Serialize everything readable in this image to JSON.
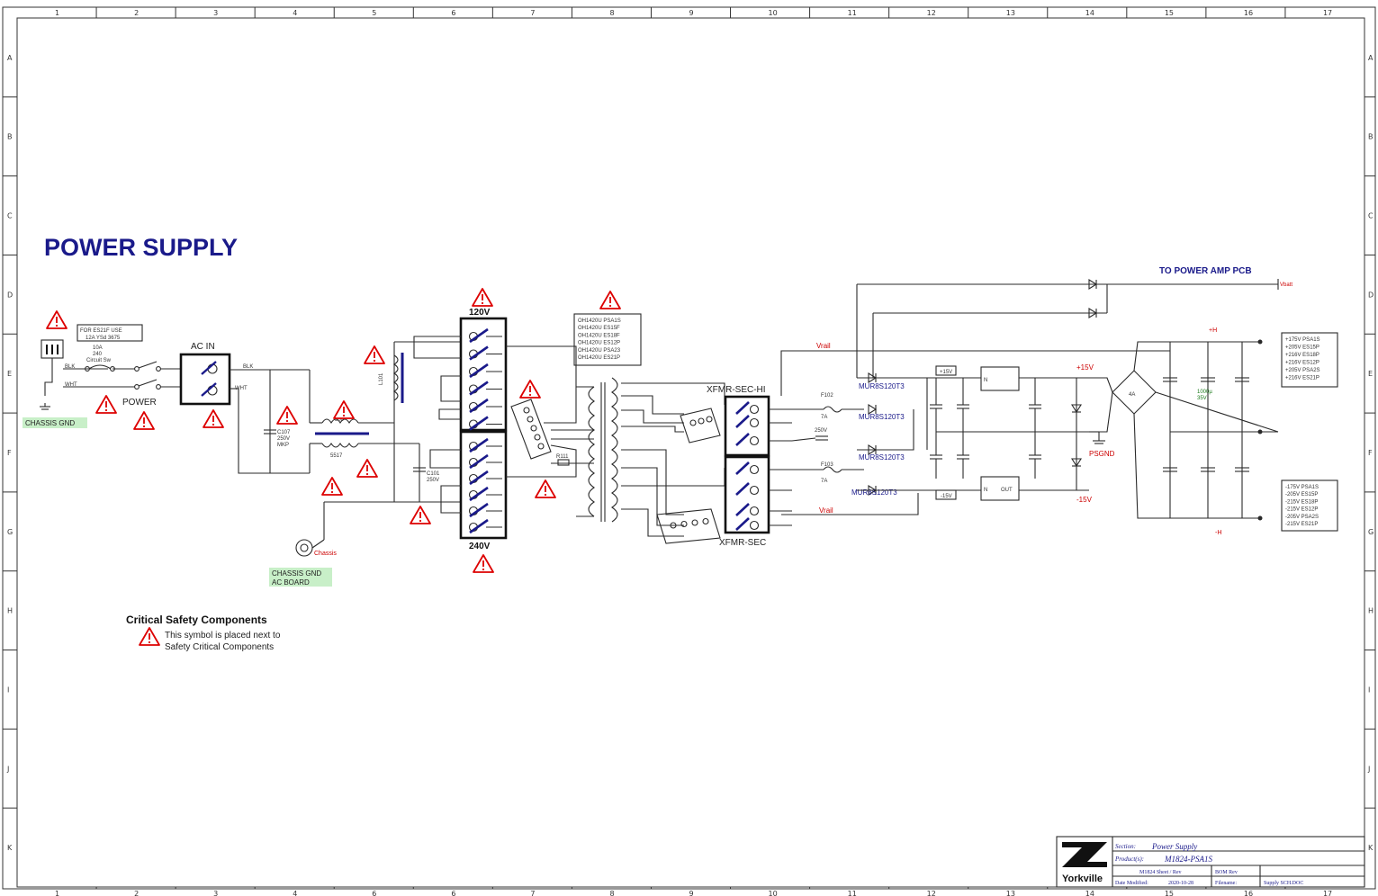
{
  "sheet": {
    "title": "POWER SUPPLY",
    "col_numbers": [
      "1",
      "2",
      "3",
      "4",
      "5",
      "6",
      "7",
      "8",
      "9",
      "10",
      "11",
      "12",
      "13",
      "14",
      "15",
      "16",
      "17"
    ],
    "col_numbers_bottom": [
      "1",
      "2",
      "3",
      "4",
      "6",
      "6",
      "7",
      "8",
      "9",
      "10",
      "11",
      "12",
      "13",
      "14",
      "15",
      "16",
      "17"
    ],
    "row_letters": [
      "A",
      "B",
      "C",
      "D",
      "E",
      "F",
      "G",
      "H",
      "I",
      "J",
      "K"
    ]
  },
  "labels": {
    "for_es21f": "FOR ES21F USE",
    "fuse_ysd": "12A YSd 3675",
    "fuse_10a": "10A",
    "fuse_240": "240",
    "circuit_sw": "Circuit Sw",
    "blk": "BLK",
    "wht": "WHT",
    "power": "POWER",
    "ac_in": "AC IN",
    "chassis_gnd": "CHASSIS GND",
    "chassis_gnd_ac_1": "CHASSIS GND",
    "chassis_gnd_ac_2": "AC BOARD",
    "chassis": "Chassis",
    "v120": "120V",
    "v240": "240V",
    "xfmr_sec_hi": "XFMR-SEC-HI",
    "xfmr_sec": "XFMR-SEC",
    "to_power_amp": "TO POWER AMP PCB",
    "vrail_pos": "Vrail",
    "vrail_neg": "Vrail",
    "p15v": "+15V",
    "m15v": "-15V",
    "psgnd": "PSGND",
    "p15v_box": "+15V",
    "m15v_box": "-15V",
    "ghi": "+H",
    "glo": "-H",
    "mur1": "MUR8S120T3",
    "mur2": "MUR8S120T3",
    "mur3": "MUR8S120T3",
    "mur4": "MUR8S120T3",
    "c_1000": "1000µ",
    "c_35v": "35V",
    "n_label": "N",
    "out_label": "OUT",
    "rect_label": "4A"
  },
  "model_list": [
    "OH1420U PSA1S",
    "OH1420U ES15F",
    "OH1420U ES18F",
    "OH1420U ES12P",
    "OH1420U PSA23",
    "OH1420U ES21P"
  ],
  "pos_rail_list": [
    "+175V PSA1S",
    "+205V ES15P",
    "+216V ES18P",
    "+216V ES12P",
    "+205V PSA2S",
    "+216V ES21P"
  ],
  "neg_rail_list": [
    "-175V PSA1S",
    "-205V ES15P",
    "-215V ES18P",
    "-215V ES12P",
    "-205V PSA2S",
    "-215V ES21P"
  ],
  "legend": {
    "title": "Critical Safety Components",
    "line1": "This symbol is placed next to",
    "line2": "Safety Critical Components"
  },
  "title_block": {
    "logo_text": "Yorkville",
    "section_label": "Section:",
    "section_value": "Power Supply",
    "product_label": "Product(s):",
    "product_value": "M1824-PSA1S",
    "sheet_row": "M1824 Sheet / Rev",
    "bom_label": "BOM Rev",
    "date_label": "Date Modified:",
    "date_value": "2020-10-28",
    "filename_label": "Filename:",
    "filename_value": "Supply SCH.DOC"
  },
  "colors": {
    "warning": "#d00000",
    "title_blue": "#1a1a8a",
    "gnd_highlight": "#c8efc8",
    "wire": "#2a2a2a"
  }
}
